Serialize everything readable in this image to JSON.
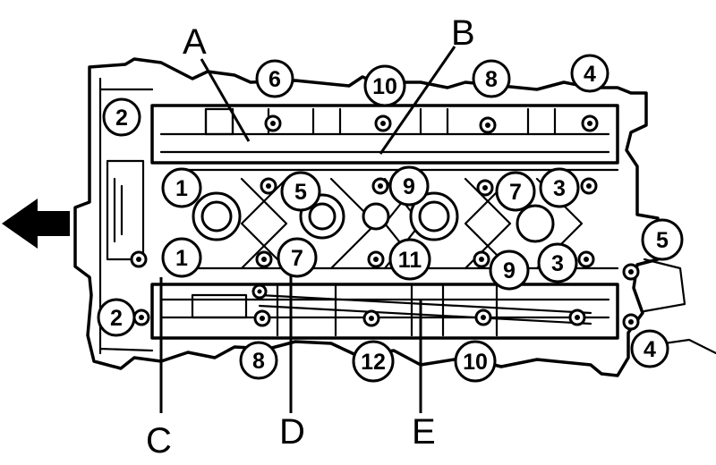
{
  "callouts": [
    {
      "text": "A"
    },
    {
      "text": "B"
    },
    {
      "text": "C"
    },
    {
      "text": "D"
    },
    {
      "text": "E"
    }
  ],
  "top_numbers": [
    {
      "text": "6"
    },
    {
      "text": "10"
    },
    {
      "text": "8"
    },
    {
      "text": "4"
    }
  ],
  "left_numbers": [
    {
      "text": "2"
    },
    {
      "text": "2"
    }
  ],
  "upper_row_numbers": [
    {
      "text": "1"
    },
    {
      "text": "5"
    },
    {
      "text": "9"
    },
    {
      "text": "7"
    },
    {
      "text": "3"
    }
  ],
  "lower_row_numbers": [
    {
      "text": "1"
    },
    {
      "text": "7"
    },
    {
      "text": "11"
    },
    {
      "text": "9"
    },
    {
      "text": "3"
    }
  ],
  "bottom_numbers": [
    {
      "text": "8"
    },
    {
      "text": "12"
    },
    {
      "text": "10"
    }
  ],
  "right_numbers": [
    {
      "text": "5"
    },
    {
      "text": "4"
    }
  ]
}
